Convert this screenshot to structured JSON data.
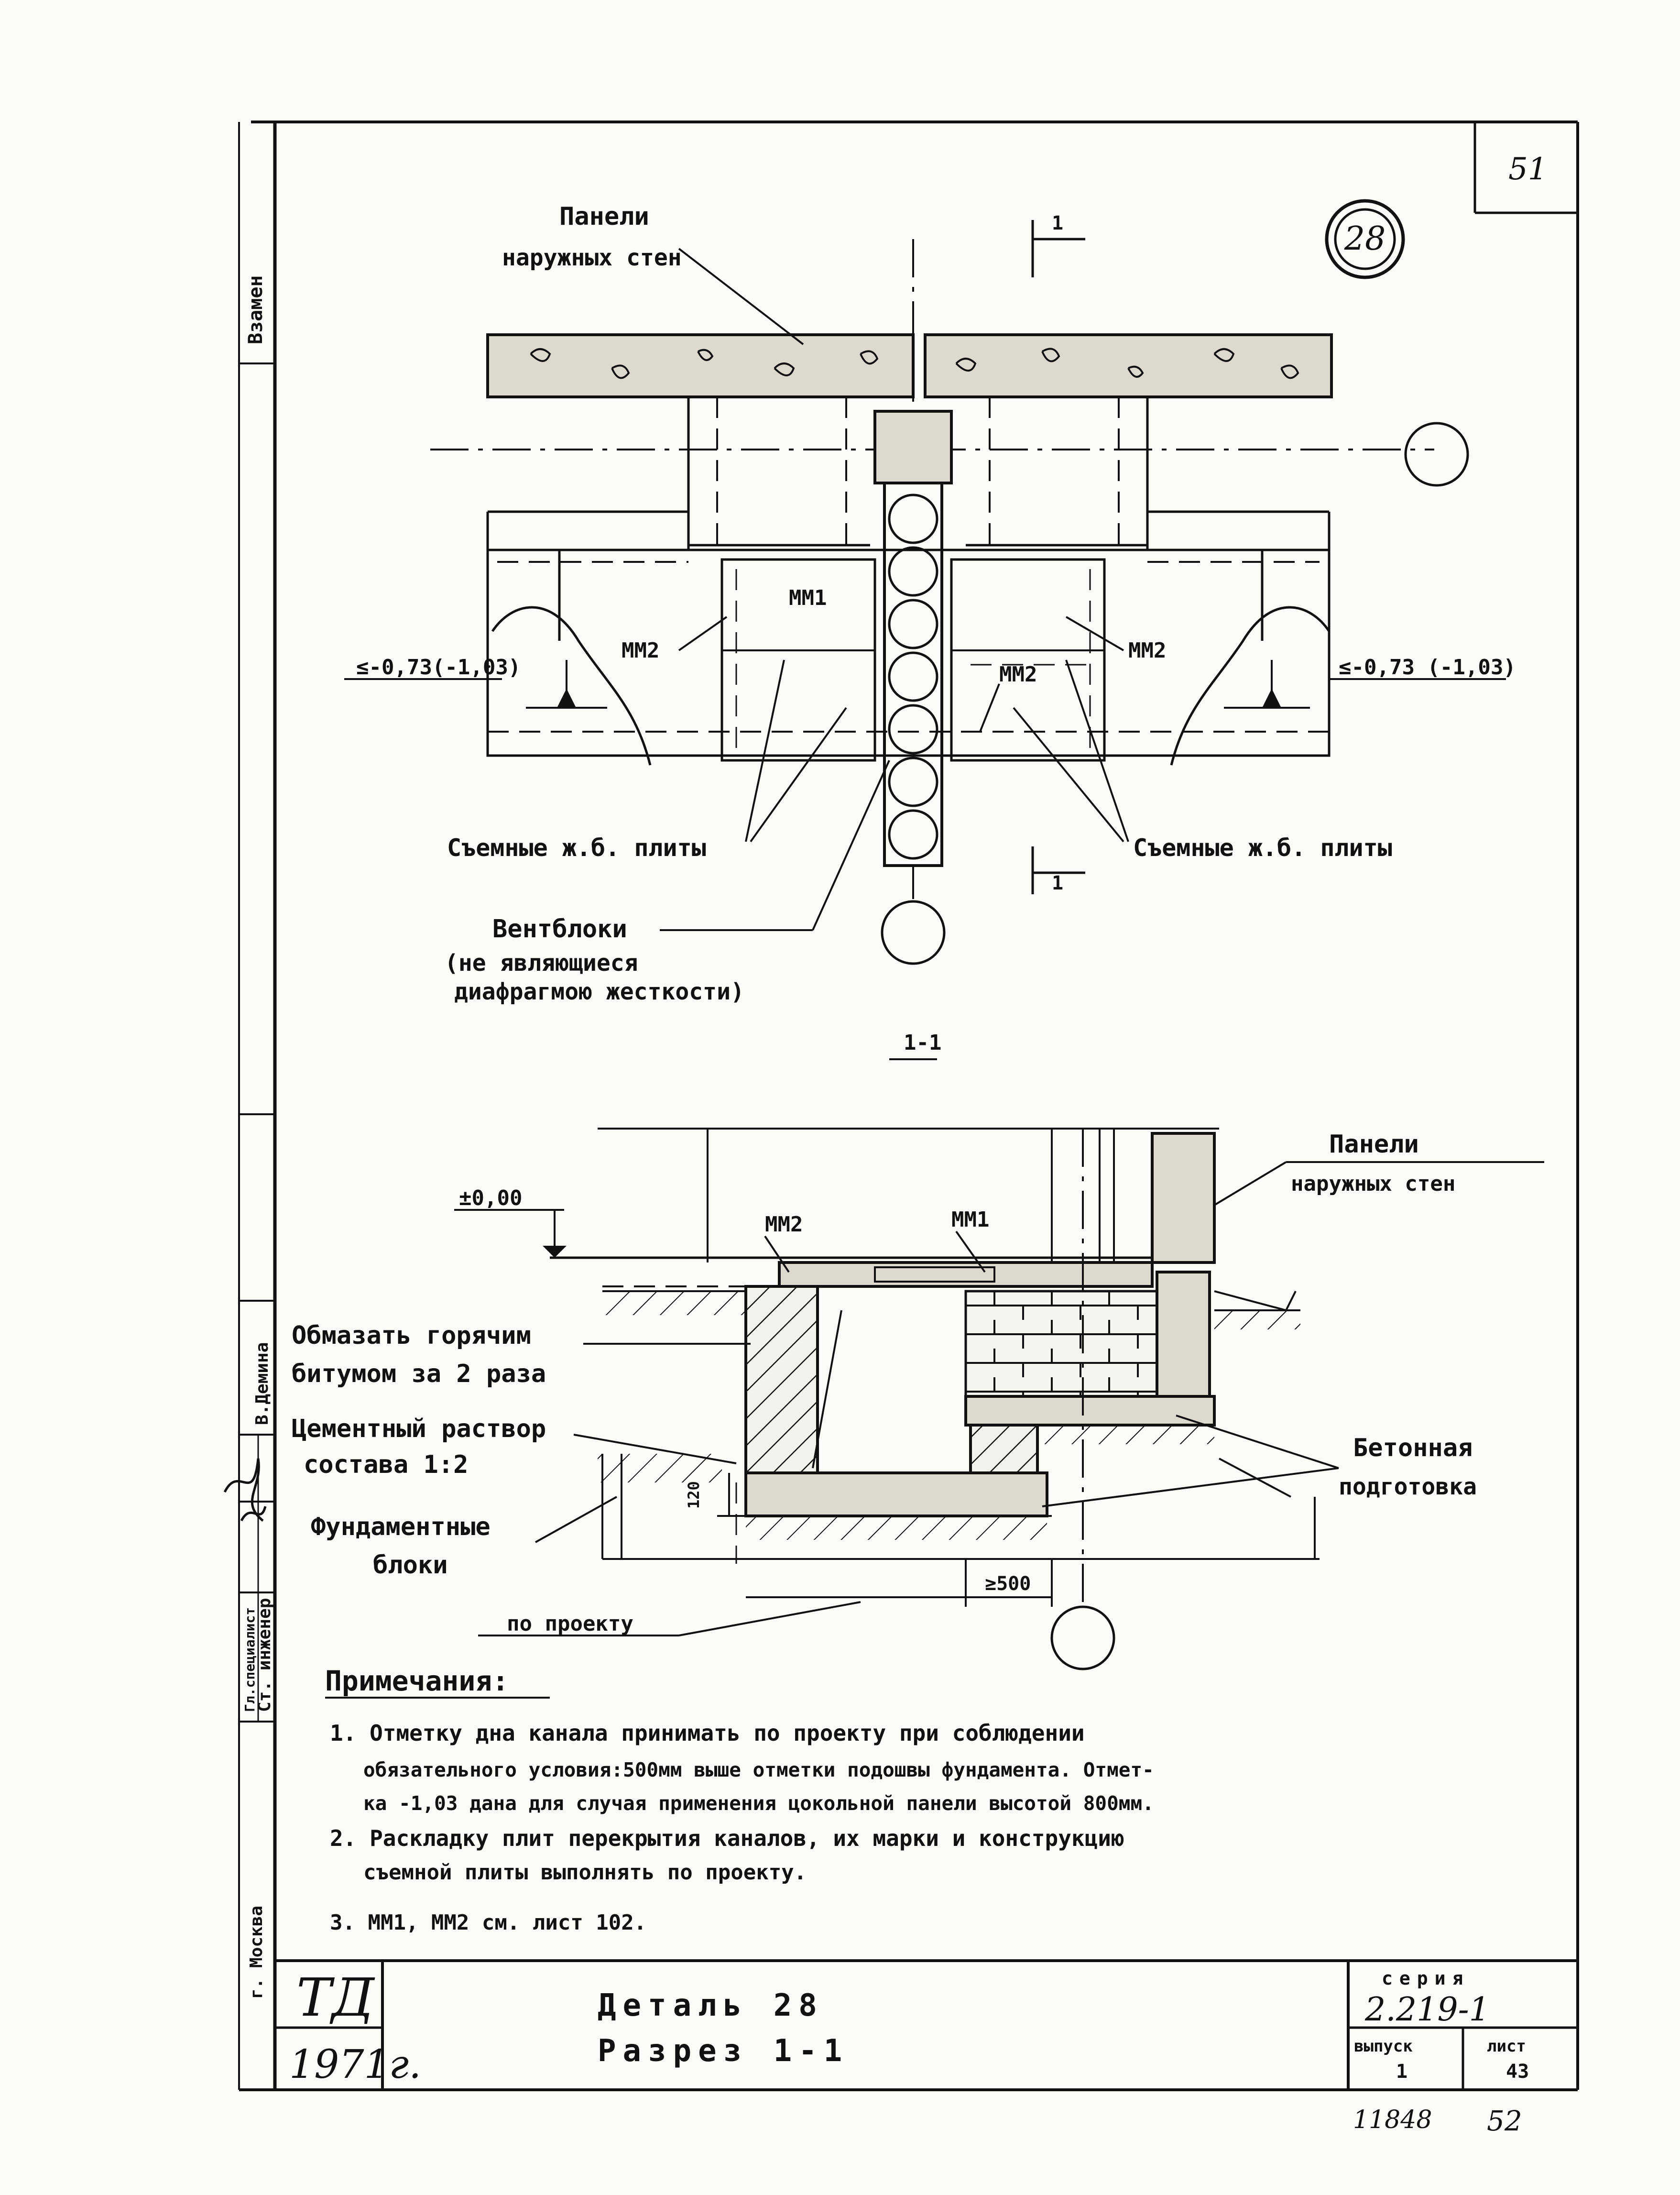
{
  "sheet_number": "51",
  "detail_mark": "28",
  "plan": {
    "label_panels_line1": "Панели",
    "label_panels_line2": "наружных стен",
    "label_mm1": "ММ1",
    "label_mm2_left": "ММ2",
    "label_mm2_right": "ММ2",
    "label_mm2_center": "ММ2",
    "elev_left": "≤-0,73(-1,03)",
    "elev_right": "≤-0,73 (-1,03)",
    "label_slabs_left": "Съемные ж.б. плиты",
    "label_slabs_right": "Съемные ж.б. плиты",
    "label_vent_line1": "Вентблоки",
    "label_vent_line2": "(не являющиеся",
    "label_vent_line3": "диафрагмою жесткости)",
    "section_mark_top": "1",
    "section_mark_bottom": "1"
  },
  "section": {
    "title": "1-1",
    "elev_zero": "±0,00",
    "label_mm2": "ММ2",
    "label_mm1": "ММ1",
    "label_panels_line1": "Панели",
    "label_panels_line2": "наружных стен",
    "label_bitumen_line1": "Обмазать горячим",
    "label_bitumen_line2": "битумом за 2 раза",
    "label_mortar_line1": "Цементный раствор",
    "label_mortar_line2": "состава 1:2",
    "label_blocks_line1": "Фундаментные",
    "label_blocks_line2": "блоки",
    "label_concrete_line1": "Бетонная",
    "label_concrete_line2": "подготовка",
    "dim_120": "120",
    "dim_500": "≥500",
    "label_project": "по проекту"
  },
  "notes": {
    "heading": "Примечания:",
    "items": [
      "1. Отметку дна канала принимать по проекту при соблюдении",
      "обязательного условия:500мм выше отметки подошвы фундамента. Отмет-",
      "ка -1,03 дана для случая применения цокольной панели высотой 800мм.",
      "2. Раскладку плит перекрытия каналов, их марки и конструкцию",
      "съемной плиты выполнять по проекту.",
      "3. ММ1, ММ2 см. лист 102."
    ]
  },
  "left_margin": {
    "vzamen": "Взамен",
    "demina": "В.Демина",
    "engineer": "Ст. инженер",
    "engineer_prev": "Гл.специалист",
    "city": "г. Москва"
  },
  "title_block": {
    "org": "ТД",
    "year": "1971г.",
    "title_line1": "Деталь 28",
    "title_line2": "Разрез 1-1",
    "seria_label": "серия",
    "seria_value": "2.219-1",
    "issue_label": "выпуск",
    "issue_value": "1",
    "list_label": "лист",
    "list_value": "43"
  },
  "stamp_numbers": {
    "inventory": "11848",
    "page": "52"
  }
}
